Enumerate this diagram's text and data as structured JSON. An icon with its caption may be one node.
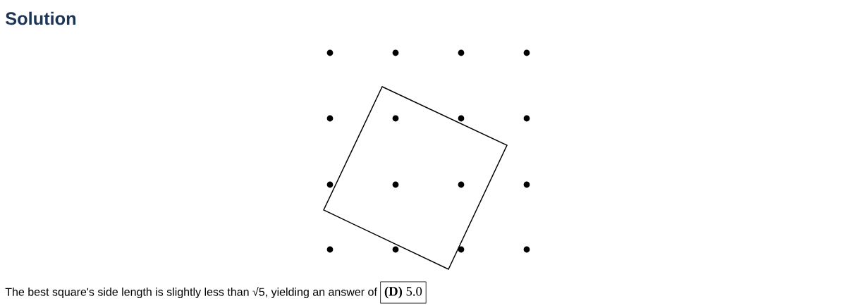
{
  "diagram": {
    "title": "Solution",
    "caption": "The best square's side length is slightly less than √5, yielding an answer of",
    "labels": [
      "**(D)** 5.0"
    ]
  }
}
